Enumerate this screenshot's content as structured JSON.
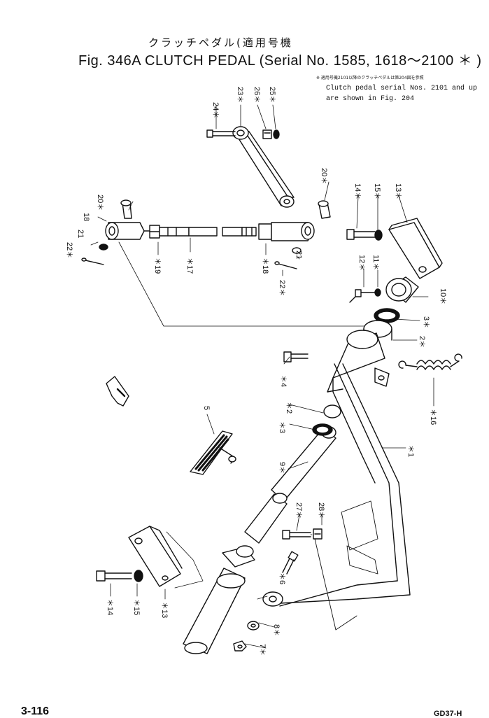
{
  "header": {
    "title_jp": "クラッチペダル(適用号機",
    "fig_line": "Fig. 346A  CLUTCH PEDAL (Serial No. 1585, 1618～2100 ＊ )"
  },
  "note": {
    "jp": "※ 適用号機2101以降のクラッチペダルは第204図を参照",
    "en_line1": "Clutch pedal serial Nos. 2101 and up",
    "en_line2": "are shown in Fig. 204"
  },
  "footer": {
    "page": "3-116",
    "model": "GD37-H"
  },
  "callouts": [
    {
      "id": "c24",
      "text": "24＊"
    },
    {
      "id": "c23",
      "text": "23＊"
    },
    {
      "id": "c26",
      "text": "26＊"
    },
    {
      "id": "c25",
      "text": "25＊"
    },
    {
      "id": "c20a",
      "text": "20＊"
    },
    {
      "id": "c20b",
      "text": "20＊"
    },
    {
      "id": "c18a",
      "text": "18"
    },
    {
      "id": "c21a",
      "text": "21"
    },
    {
      "id": "c22a",
      "text": "22＊"
    },
    {
      "id": "c19",
      "text": "＊19"
    },
    {
      "id": "c17",
      "text": "＊17"
    },
    {
      "id": "c18b",
      "text": "＊18"
    },
    {
      "id": "c21b",
      "text": "21"
    },
    {
      "id": "c22b",
      "text": "22＊"
    },
    {
      "id": "c14a",
      "text": "14＊"
    },
    {
      "id": "c15a",
      "text": "15＊"
    },
    {
      "id": "c13a",
      "text": "13＊"
    },
    {
      "id": "c12",
      "text": "12＊"
    },
    {
      "id": "c11",
      "text": "11＊"
    },
    {
      "id": "c10",
      "text": "10＊"
    },
    {
      "id": "c3a",
      "text": "3＊"
    },
    {
      "id": "c2a",
      "text": "2＊"
    },
    {
      "id": "c4",
      "text": "＊4"
    },
    {
      "id": "c16",
      "text": "＊16"
    },
    {
      "id": "c5",
      "text": "5"
    },
    {
      "id": "c2b",
      "text": "＊2"
    },
    {
      "id": "c3b",
      "text": "＊3"
    },
    {
      "id": "c6",
      "text": "＊6"
    },
    {
      "id": "c1",
      "text": "＊1"
    },
    {
      "id": "c27",
      "text": "27＊"
    },
    {
      "id": "c28",
      "text": "28＊"
    },
    {
      "id": "c9",
      "text": "9＊"
    },
    {
      "id": "c8",
      "text": "8＊"
    },
    {
      "id": "c7",
      "text": "7＊"
    },
    {
      "id": "c14b",
      "text": "＊14"
    },
    {
      "id": "c15b",
      "text": "＊15"
    },
    {
      "id": "c13b",
      "text": "＊13"
    }
  ],
  "colors": {
    "ink": "#111111",
    "paper": "#ffffff"
  }
}
